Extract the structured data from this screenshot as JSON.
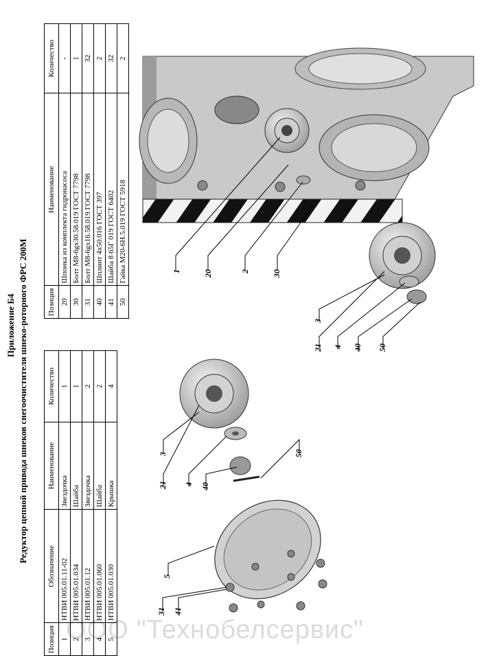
{
  "appendix_title": "Приложение Б4",
  "main_title": "Редуктор цепной привода шнеков снегоочистителя шнеко-роторного ФРС 200М",
  "table_left": {
    "headers": [
      "Позиция",
      "Обозначение",
      "Наименование",
      "Количество"
    ],
    "rows": [
      [
        "1",
        "НТВИ 005.01.11-02",
        "Звездочка",
        "1"
      ],
      [
        "2",
        "НТВИ 005.01.034",
        "Шайба",
        "1"
      ],
      [
        "3",
        "НТВИ 005.01.12",
        "Звездочка",
        "2"
      ],
      [
        "4",
        "НТВИ 005.01.060",
        "Шайба",
        "2"
      ],
      [
        "5",
        "НТВИ 005.01.030",
        "Крышка",
        "4"
      ]
    ]
  },
  "table_right": {
    "headers": [
      "Позиция",
      "Наименование",
      "Количество"
    ],
    "rows": [
      [
        "20",
        "Шпонка из комплекта гидронасоса",
        "-"
      ],
      [
        "30",
        "Болт М8-6gх30.58.019 ГОСТ 7798",
        "1"
      ],
      [
        "31",
        "Болт М8-6gх16.58.019 ГОСТ 7798",
        "32"
      ],
      [
        "40",
        "Шплинт 4х50.016 ГОСТ 397",
        "2"
      ],
      [
        "41",
        "Шайба 8 65Г 019 ГОСТ 6402",
        "32"
      ],
      [
        "50",
        "Гайка М20-6Н.5.019 ГОСТ 5918",
        "2"
      ]
    ]
  },
  "callouts": {
    "c1": "1",
    "c20": "20",
    "c2": "2",
    "c30": "30",
    "c21a": "21",
    "c3a": "3",
    "c4a": "4",
    "c40a": "40",
    "c50a": "50",
    "c21b": "21",
    "c3b": "3",
    "c4b": "4",
    "c40b": "40",
    "c50b": "50",
    "c5": "5",
    "c31": "31",
    "c41": "41"
  },
  "watermark": "ООО \"Технобелсервис\""
}
